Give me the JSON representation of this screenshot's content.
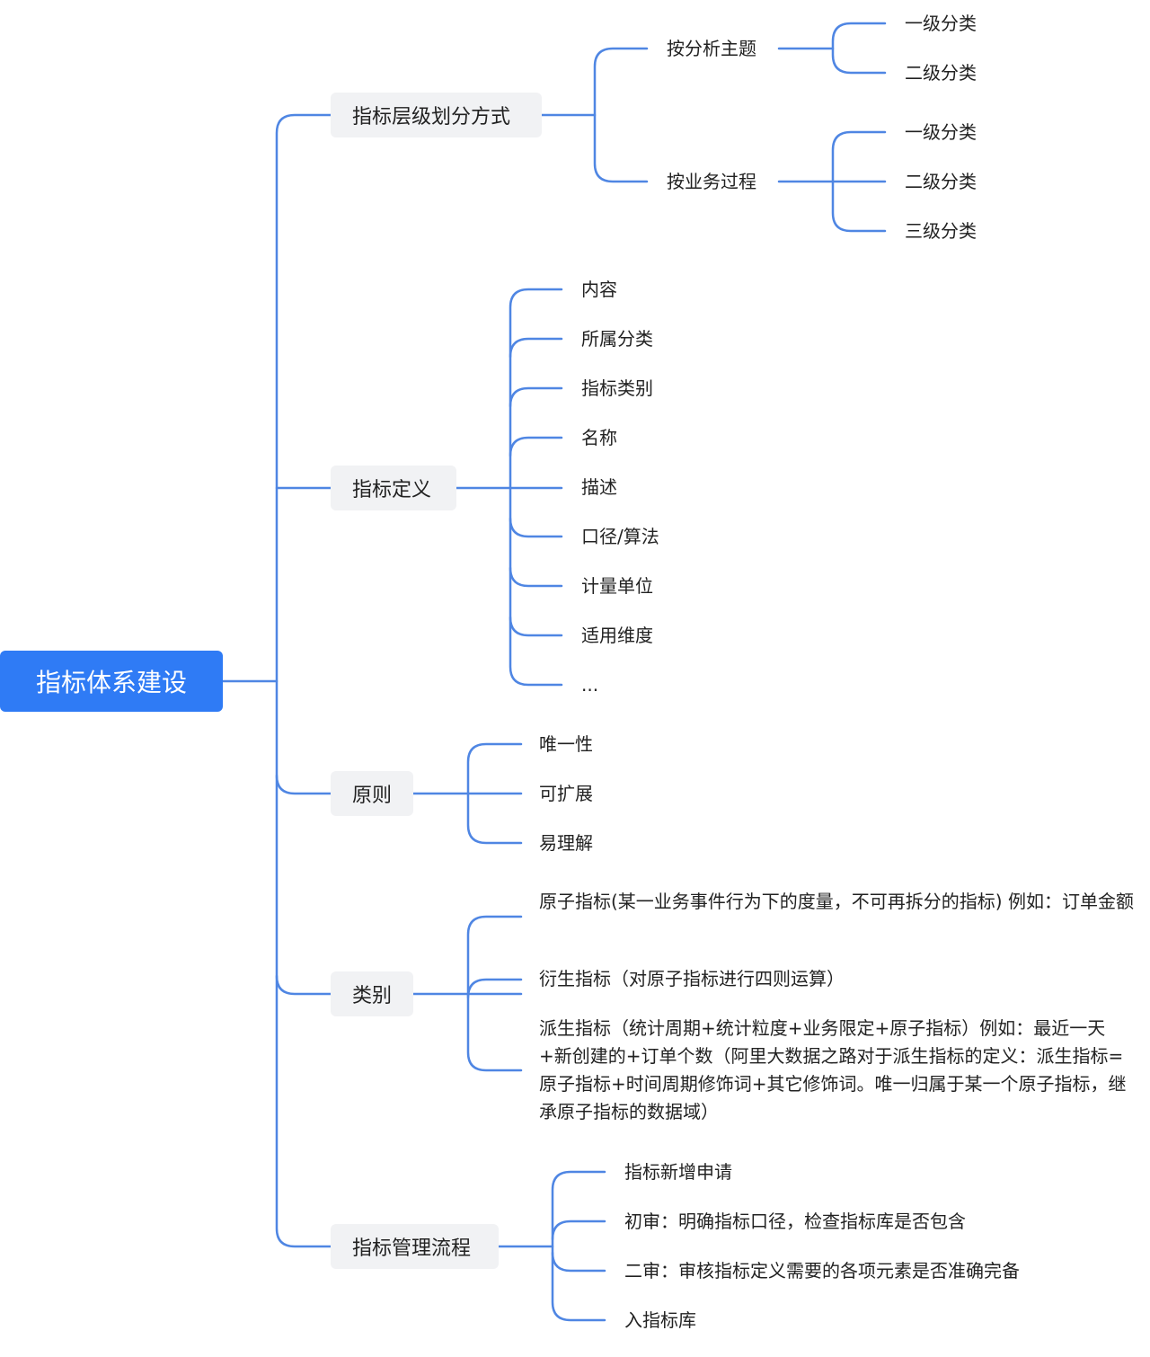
{
  "colors": {
    "accent": "#2f7bf5",
    "line": "#4f86e3",
    "branch_bg": "#f1f2f4"
  },
  "root": {
    "label": "指标体系建设"
  },
  "hierarchy": {
    "label": "指标层级划分方式",
    "by_topic": {
      "label": "按分析主题",
      "items": [
        "一级分类",
        "二级分类"
      ]
    },
    "by_process": {
      "label": "按业务过程",
      "items": [
        "一级分类",
        "二级分类",
        "三级分类"
      ]
    }
  },
  "definition": {
    "label": "指标定义",
    "items": [
      "内容",
      "所属分类",
      "指标类别",
      "名称",
      "描述",
      "口径/算法",
      "计量单位",
      "适用维度",
      "..."
    ]
  },
  "principles": {
    "label": "原则",
    "items": [
      "唯一性",
      "可扩展",
      "易理解"
    ]
  },
  "categories": {
    "label": "类别",
    "items": [
      "原子指标(某一业务事件行为下的度量，不可再拆分的指标) 例如：订单金额",
      "衍生指标（对原子指标进行四则运算）",
      "派生指标（统计周期+统计粒度+业务限定+原子指标）例如：最近一天+新创建的+订单个数（阿里大数据之路对于派生指标的定义：派生指标=原子指标+时间周期修饰词+其它修饰词。唯一归属于某一个原子指标，继承原子指标的数据域）"
    ]
  },
  "process": {
    "label": "指标管理流程",
    "items": [
      "指标新增申请",
      "初审：明确指标口径，检查指标库是否包含",
      "二审：审核指标定义需要的各项元素是否准确完备",
      "入指标库"
    ]
  }
}
